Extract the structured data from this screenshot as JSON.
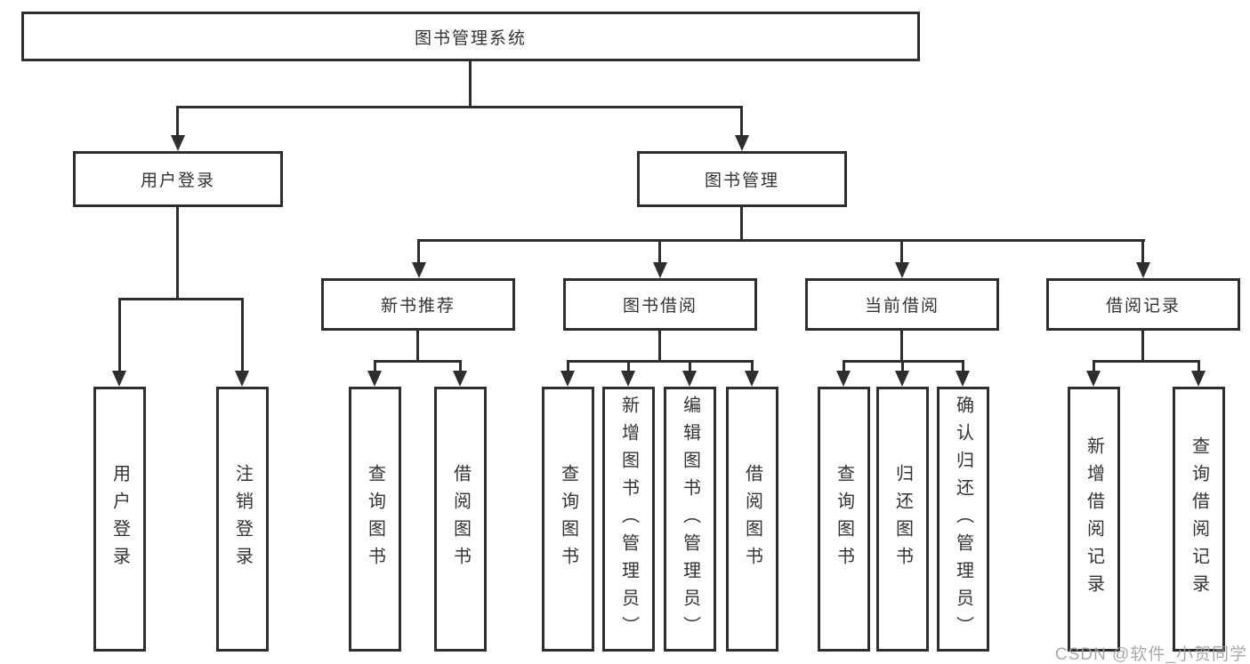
{
  "tree": {
    "root": {
      "label": "图书管理系统",
      "children": [
        {
          "label": "用户登录",
          "children": [
            {
              "label": "用户登录"
            },
            {
              "label": "注销登录"
            }
          ]
        },
        {
          "label": "图书管理",
          "children": [
            {
              "label": "新书推荐",
              "children": [
                {
                  "label": "查询图书"
                },
                {
                  "label": "借阅图书"
                }
              ]
            },
            {
              "label": "图书借阅",
              "children": [
                {
                  "label": "查询图书"
                },
                {
                  "label": "新增图书（管理员）"
                },
                {
                  "label": "编辑图书（管理员）"
                },
                {
                  "label": "借阅图书"
                }
              ]
            },
            {
              "label": "当前借阅",
              "children": [
                {
                  "label": "查询图书"
                },
                {
                  "label": "归还图书"
                },
                {
                  "label": "确认归还（管理员）"
                }
              ]
            },
            {
              "label": "借阅记录",
              "children": [
                {
                  "label": "新增借阅记录"
                },
                {
                  "label": "查询借阅记录"
                }
              ]
            }
          ]
        }
      ]
    }
  },
  "watermark": {
    "text": "CSDN @软件_小贺同学"
  },
  "colors": {
    "line": "#2e2e2e",
    "text": "#333333",
    "background": "#ffffff",
    "watermark": "#a0a0a0"
  }
}
